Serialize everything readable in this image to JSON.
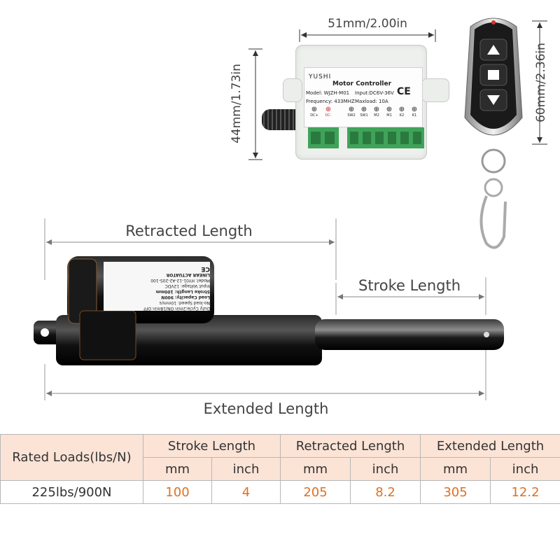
{
  "controller": {
    "width_label": "51mm/2.00in",
    "height_label": "44mm/1.73in",
    "brand": "YUSHI",
    "name": "Motor Controller",
    "model": "Model: WJZH-M01",
    "input": "Input:DC6V-36V",
    "frequency": "Frequency: 433MHZ",
    "maxload": "Maxload: 10A",
    "ce": "CE",
    "terminals": [
      "DC+",
      "DC-",
      "SW2",
      "SW1",
      "M2",
      "M1",
      "K2",
      "K1"
    ]
  },
  "remote": {
    "height_label": "60mm/2.36in"
  },
  "actuator": {
    "retracted_label": "Retracted Length",
    "stroke_label": "Stroke Length",
    "extended_label": "Extended Length",
    "sticker_lines": [
      "Duty Cycle:2min ON/18min OFF",
      "No-load Speed: 10mm/s",
      "Load Capacity: 900N",
      "Stroke Length: 100mm",
      "Input Voltage: 12VDC",
      "Model: HY01-12-A2-20S-100",
      "LINEAR ACTUATOR",
      "CE"
    ]
  },
  "table": {
    "rated_loads_header": "Rated Loads(lbs/N)",
    "groups": [
      "Stroke Length",
      "Retracted Length",
      "Extended Length"
    ],
    "units": [
      "mm",
      "inch",
      "mm",
      "inch",
      "mm",
      "inch"
    ],
    "rows": [
      {
        "label": "225lbs/900N",
        "values": [
          "100",
          "4",
          "205",
          "8.2",
          "305",
          "12.2"
        ]
      }
    ]
  },
  "colors": {
    "header_bg": "#fbe3d6",
    "value_text": "#e07020",
    "border": "#b7b7b7"
  }
}
